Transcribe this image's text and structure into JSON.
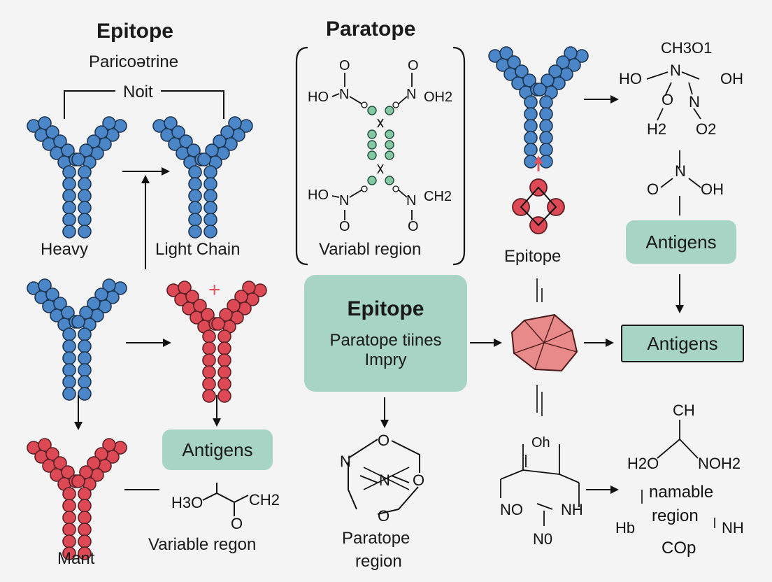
{
  "titles": {
    "epitope": "Epitope",
    "paratope": "Paratope",
    "subtitle": "Paricoǝtrine",
    "noit": "Noit"
  },
  "labels": {
    "heavy": "Heavy",
    "light_chain": "Light Chain",
    "mant": "Mant",
    "plus": "+",
    "variabl_region": "Variabl region",
    "epitope_right": "Epitope",
    "variable_region_bottom": "Variable regon",
    "paratope_region_line1": "Paratope",
    "paratope_region_line2": "region"
  },
  "boxes": {
    "center_title": "Epitope",
    "center_line1": "Paratope tiines",
    "center_line2": "Impry",
    "antigens_bottom_left": "Antigens",
    "antigens_right_top": "Antigens",
    "antigens_right_mid": "Antigens"
  },
  "chem": {
    "top_left_o": "O",
    "top_left_ho": "HO",
    "top_left_n": "N",
    "top_right_o": "O",
    "top_right_n": "N",
    "top_right_oh2": "OH2",
    "bot_left_ho": "HO",
    "bot_left_n": "N",
    "bot_left_o": "O",
    "bot_right_n": "N",
    "bot_right_ch2": "CH2",
    "bot_right_o": "O",
    "tr_ch3o1": "CH3O1",
    "tr_ho": "HO",
    "tr_n": "N",
    "tr_oh": "OH",
    "tr_o1": "O",
    "tr_n2": "N",
    "tr_h2": "H2",
    "tr_o2": "O2",
    "mid_n": "N",
    "mid_o": "O",
    "mid_oh": "OH",
    "ring_o1": "O",
    "ring_n": "N",
    "ring_nc": "N",
    "ring_o2": "O",
    "ring_o3": "O",
    "bl_h3o": "H3O",
    "bl_ch2": "CH2",
    "bl_o": "O",
    "bc_oh": "Oh",
    "bc_no": "NO",
    "bc_nh": "NH",
    "bc_no2": "N0",
    "br_ch": "CH",
    "br_h2o": "H2O",
    "br_noh2": "NOH2",
    "br_namable": "namable",
    "br_region": "region",
    "br_hb": "Hb",
    "br_nh": "NH",
    "br_cop": "COp"
  },
  "colors": {
    "blue_bead": "#4a86c8",
    "red_bead": "#dd4a55",
    "green_bead": "#86c7a4",
    "teal_box": "#a7d4c4",
    "teal_border": "#1a1a1a",
    "red_arrow": "#e05560",
    "epitope_blob": "#e98a8a"
  }
}
